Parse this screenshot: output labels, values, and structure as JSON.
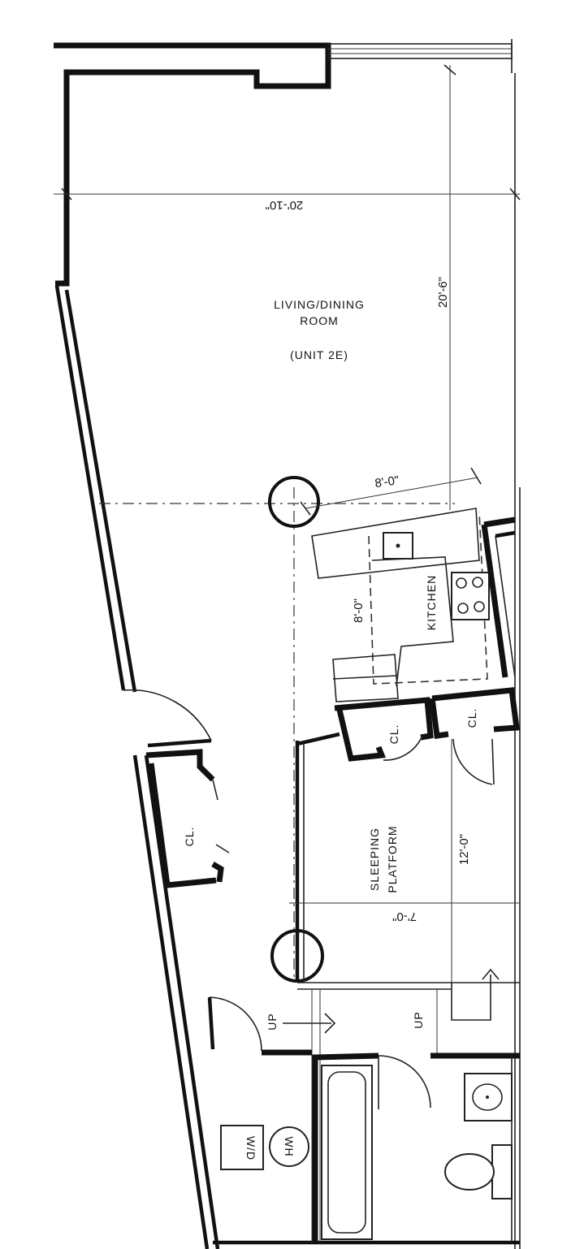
{
  "rooms": {
    "living_line1": "LIVING/DINING",
    "living_line2": "ROOM",
    "unit": "(UNIT 2E)",
    "kitchen": "KITCHEN",
    "sleeping_line1": "SLEEPING",
    "sleeping_line2": "PLATFORM",
    "closet_1": "CL.",
    "closet_2": "CL.",
    "closet_3": "CL.",
    "washer_dryer": "W/D",
    "water_heater": "WH"
  },
  "dimensions": {
    "living_width": "20'-10\"",
    "living_depth": "20'-6\"",
    "kitchen_width": "8'-0\"",
    "kitchen_depth": "8'-0\"",
    "platform_depth": "12'-0\"",
    "platform_width": "7'-0\""
  },
  "stairs": {
    "up_1": "UP",
    "up_2": "UP"
  }
}
